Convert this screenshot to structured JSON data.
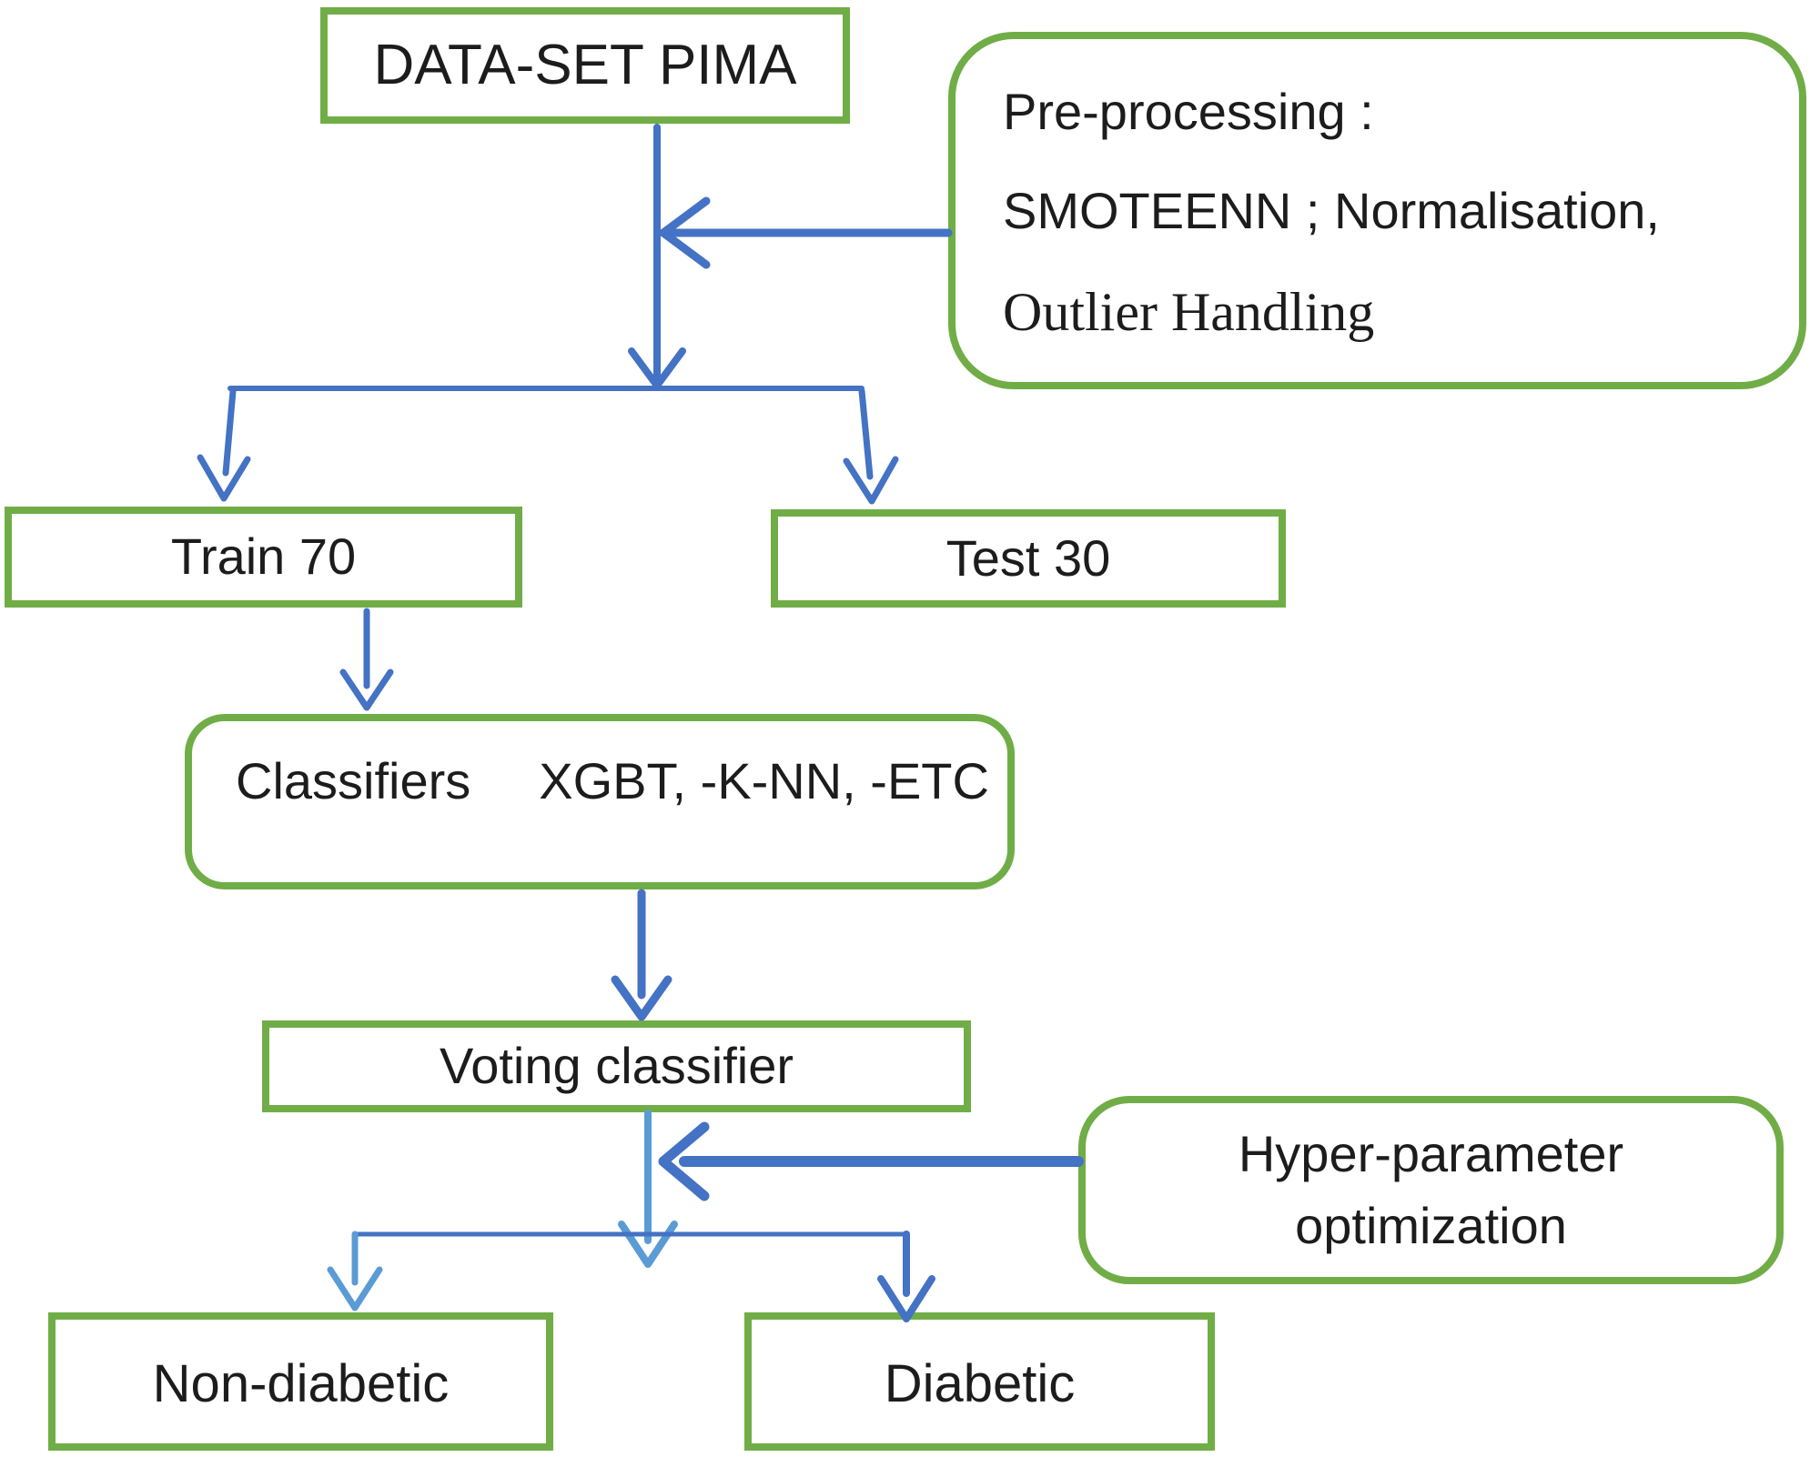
{
  "nodes": {
    "dataset": {
      "label": "DATA-SET PIMA"
    },
    "preprocessing": {
      "lines": [
        "Pre-processing :",
        "SMOTEENN ; Normalisation,",
        "Outlier Handling"
      ]
    },
    "train": {
      "label": "Train 70"
    },
    "test": {
      "label": "Test 30"
    },
    "classifiers": {
      "label": "Classifiers",
      "detail": "XGBT, -K-NN, -ETC"
    },
    "voting": {
      "label": "Voting classifier"
    },
    "hyperparameter": {
      "lines": [
        "Hyper-parameter",
        "optimization"
      ]
    },
    "non_diabetic": {
      "label": "Non-diabetic"
    },
    "diabetic": {
      "label": "Diabetic"
    }
  },
  "colors": {
    "box_border_green": "#70ad47",
    "arrow_blue": "#4472c4",
    "arrow_light_blue": "#5b9bd5",
    "text": "#1c1c1c",
    "background": "#ffffff"
  }
}
